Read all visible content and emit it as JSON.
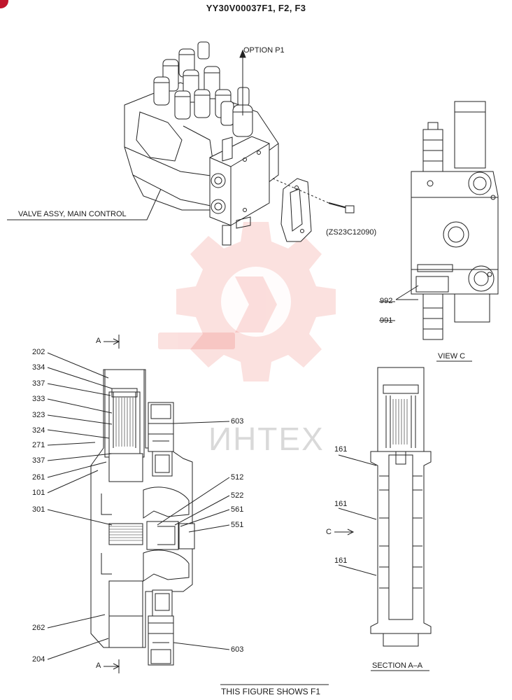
{
  "drawing": {
    "number": "YY30V00037F1, F2, F3",
    "footer": "THIS FIGURE SHOWS F1"
  },
  "top_view": {
    "option_label": "OPTION  P1",
    "assembly_label": "VALVE ASSY, MAIN CONTROL",
    "bolt_part": "(ZS23C12090)"
  },
  "view_c": {
    "title": "VIEW  C",
    "parts": [
      "992",
      "991"
    ]
  },
  "section_view": {
    "cut_marker": "A",
    "left_parts": [
      "202",
      "334",
      "337",
      "333",
      "323",
      "324",
      "271",
      "337",
      "261",
      "101",
      "301",
      "262",
      "204"
    ],
    "right_parts": [
      "603",
      "512",
      "522",
      "561",
      "551",
      "603"
    ]
  },
  "section_aa": {
    "title": "SECTION  A–A",
    "parts": [
      "161",
      "161",
      "161"
    ],
    "arrow_label": "C"
  },
  "watermark": {
    "text": "ИНТЕХ",
    "color": "#e8423a"
  }
}
